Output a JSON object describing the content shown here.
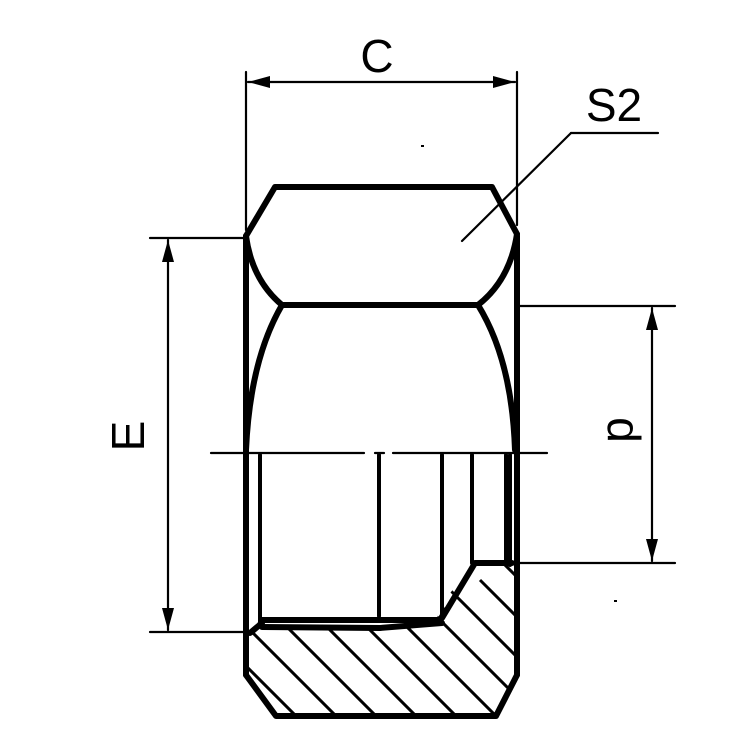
{
  "drawing": {
    "type": "technical-section-drawing",
    "subject": "hex nut (cap nut) cross-section",
    "line_color": "#000000",
    "background": "#ffffff"
  },
  "dimensions": {
    "C": {
      "label": "C",
      "orientation": "horizontal"
    },
    "S2": {
      "label": "S2",
      "orientation": "leader"
    },
    "E": {
      "label": "E",
      "orientation": "vertical"
    },
    "d": {
      "label": "d",
      "orientation": "vertical"
    }
  }
}
